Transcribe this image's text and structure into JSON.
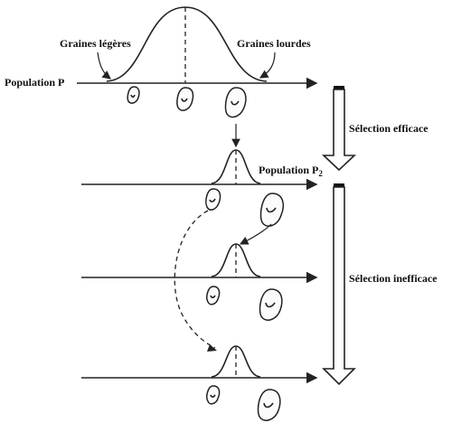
{
  "labels": {
    "light_seeds": "Graines légères",
    "heavy_seeds": "Graines lourdes",
    "population_p": "Population P",
    "population_p2": "Population P",
    "population_p2_subscript": "2",
    "effective_selection": "Sélection efficace",
    "ineffective_selection": "Sélection inefficace"
  }
}
